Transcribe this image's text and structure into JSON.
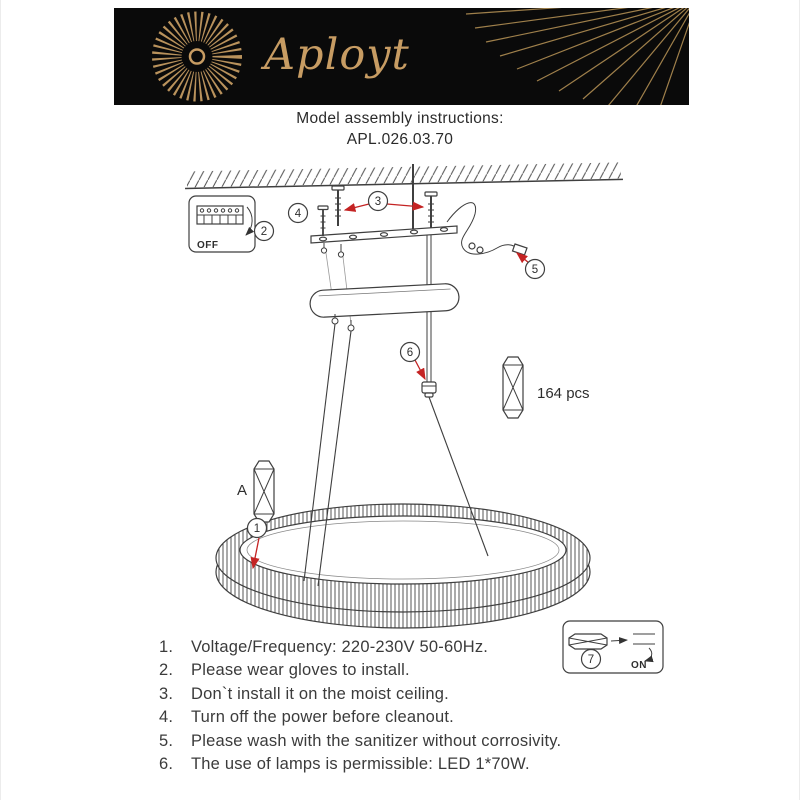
{
  "brand": {
    "name": "Aployt"
  },
  "title": {
    "line1": "Model assembly instructions:",
    "line2": "APL.026.03.70"
  },
  "diagram": {
    "callouts": {
      "c1": "1",
      "c2": "2",
      "c3": "3",
      "c4": "4",
      "c5": "5",
      "c6": "6",
      "c7": "7"
    },
    "labels": {
      "off": "OFF",
      "on": "ON",
      "letter_a": "A",
      "crystal_count": "164 pcs"
    }
  },
  "instructions": {
    "items": [
      {
        "num": "1.",
        "text": "Voltage/Frequency: 220-230V 50-60Hz."
      },
      {
        "num": "2.",
        "text": "Please wear gloves to install."
      },
      {
        "num": "3.",
        "text": "Don`t install it on the moist ceiling."
      },
      {
        "num": "4.",
        "text": "Turn off the power before cleanout."
      },
      {
        "num": "5.",
        "text": "Please wash with the sanitizer without corrosivity."
      },
      {
        "num": "6.",
        "text": "The use of lamps is permissible: LED 1*70W."
      }
    ]
  },
  "colors": {
    "banner_background": "#0a0a0a",
    "brand_gold": "#c79c63",
    "accent_red": "#c42323",
    "line_gray": "#3f3f3f"
  }
}
